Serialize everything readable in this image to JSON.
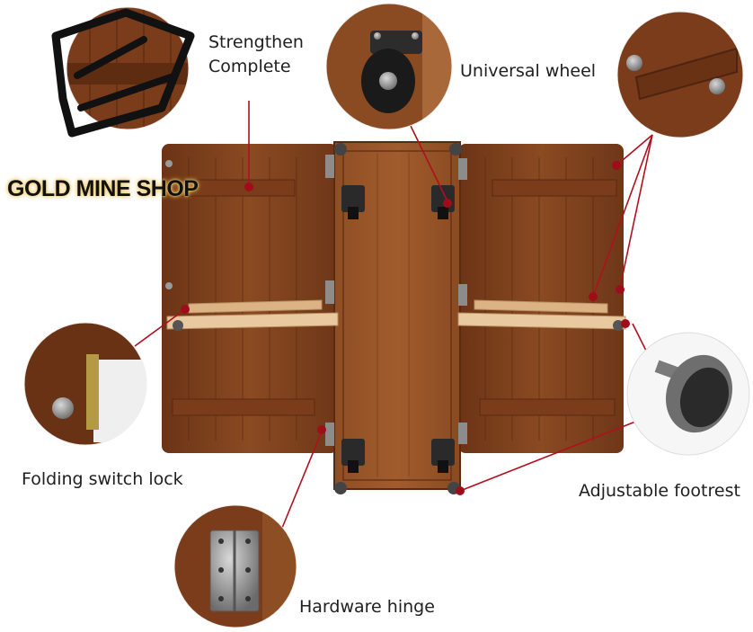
{
  "colors": {
    "wood_dark": "#6b3416",
    "wood_mid": "#8a4a22",
    "wood_light": "#a8683a",
    "rail_light": "#e9c9a0",
    "callout_line": "#b0101e",
    "callout_dot": "#a00d1a"
  },
  "watermark": {
    "text": "GOLD MINE SHOP"
  },
  "logo": {
    "icon": "diamond-logo-icon"
  },
  "callouts": {
    "strengthen": {
      "line1": "Strengthen",
      "line2": "Complete"
    },
    "universal_wheel": {
      "label": "Universal wheel"
    },
    "folding_lock": {
      "label": "Folding switch lock"
    },
    "adjustable_footrest": {
      "label": "Adjustable footrest"
    },
    "hardware_hinge": {
      "label": "Hardware hinge"
    }
  }
}
